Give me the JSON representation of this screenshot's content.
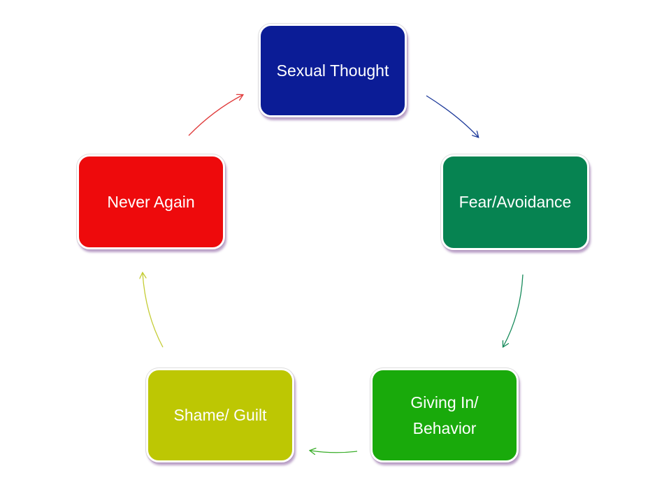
{
  "cycle": {
    "nodes": [
      {
        "label": "Sexual Thought",
        "color": "#0b1c96"
      },
      {
        "label": "Fear/Avoidance",
        "color": "#068351"
      },
      {
        "label": "Giving In/\nBehavior",
        "color": "#19aa0b"
      },
      {
        "label": "Shame/ Guilt",
        "color": "#bdc703"
      },
      {
        "label": "Never Again",
        "color": "#ee0a0c"
      }
    ],
    "arrows": [
      {
        "from": "Sexual Thought",
        "to": "Fear/Avoidance",
        "color": "#1d3a9a"
      },
      {
        "from": "Fear/Avoidance",
        "to": "Giving In/\nBehavior",
        "color": "#168a5a"
      },
      {
        "from": "Giving In/\nBehavior",
        "to": "Shame/ Guilt",
        "color": "#3aae2a"
      },
      {
        "from": "Shame/ Guilt",
        "to": "Never Again",
        "color": "#c4cc33"
      },
      {
        "from": "Never Again",
        "to": "Sexual Thought",
        "color": "#e03a3a"
      }
    ]
  }
}
